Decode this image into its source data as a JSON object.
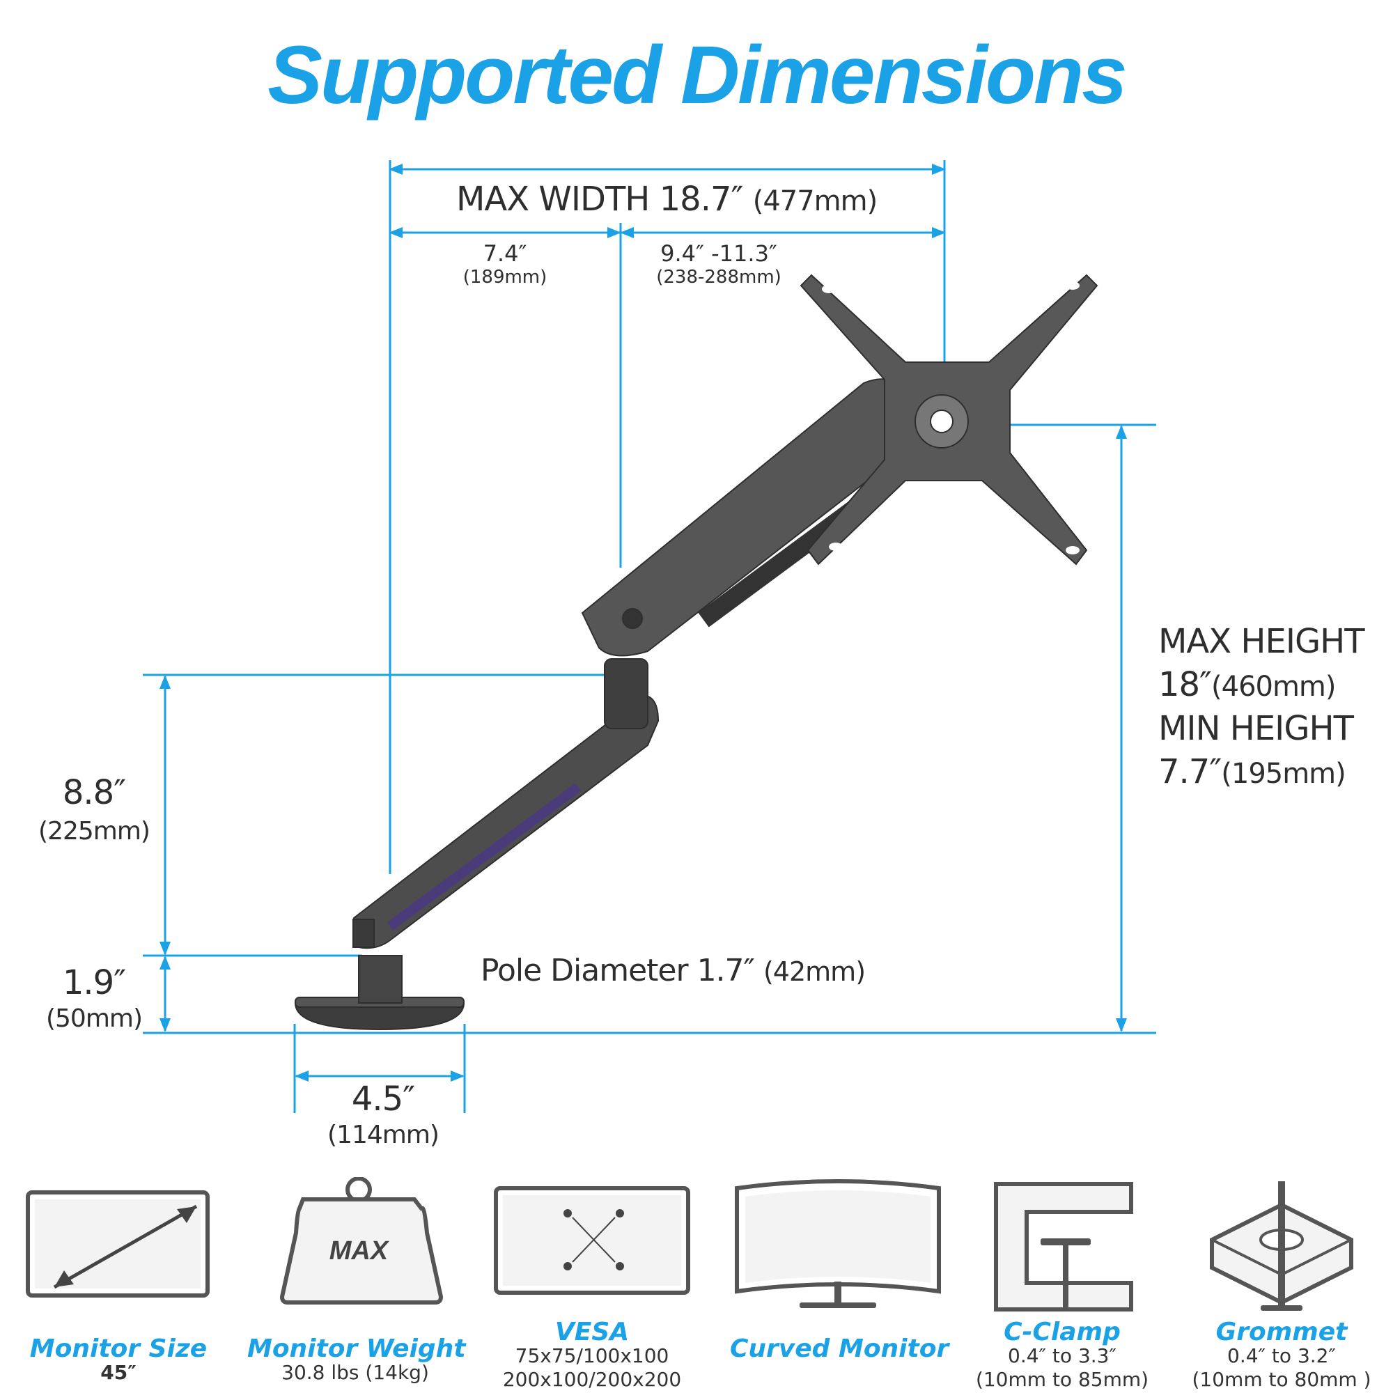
{
  "title": "Supported Dimensions",
  "colors": {
    "accent": "#1aa1e6",
    "arm": "#4a4a4a",
    "text": "#2e2e2e"
  },
  "dimensions": {
    "max_width": {
      "main": "MAX WIDTH 18.7″",
      "sub": "(477mm)"
    },
    "seg_left": {
      "main": "7.4″",
      "sub": "(189mm)"
    },
    "seg_right": {
      "main": "9.4″ -11.3″",
      "sub": "(238-288mm)"
    },
    "max_height": {
      "line1": "MAX HEIGHT",
      "line2_main": "18″",
      "line2_sub": "(460mm)"
    },
    "min_height": {
      "line1": "MIN HEIGHT",
      "line2_main": "7.7″",
      "line2_sub": "(195mm)"
    },
    "arm_height": {
      "main": "8.8″",
      "sub": "(225mm)"
    },
    "base_height": {
      "main": "1.9″",
      "sub": "(50mm)"
    },
    "pole": {
      "main": "Pole Diameter 1.7″",
      "sub": "(42mm)"
    },
    "base_width": {
      "main": "4.5″",
      "sub": "(114mm)"
    }
  },
  "features": [
    {
      "icon": "monitor-size-icon",
      "title": "Monitor Size",
      "value": "45″"
    },
    {
      "icon": "weight-icon",
      "title": "Monitor Weight",
      "value": "30.8 lbs (14kg)",
      "icon_label": "MAX"
    },
    {
      "icon": "vesa-icon",
      "title": "VESA",
      "value": "75x75/100x100",
      "value2": "200x100/200x200"
    },
    {
      "icon": "curved-monitor-icon",
      "title": "Curved Monitor"
    },
    {
      "icon": "c-clamp-icon",
      "title": "C-Clamp",
      "value": "0.4″ to 3.3″",
      "value2": "(10mm to 85mm)"
    },
    {
      "icon": "grommet-icon",
      "title": "Grommet",
      "value": "0.4″ to 3.2″",
      "value2": "(10mm to 80mm )"
    }
  ]
}
